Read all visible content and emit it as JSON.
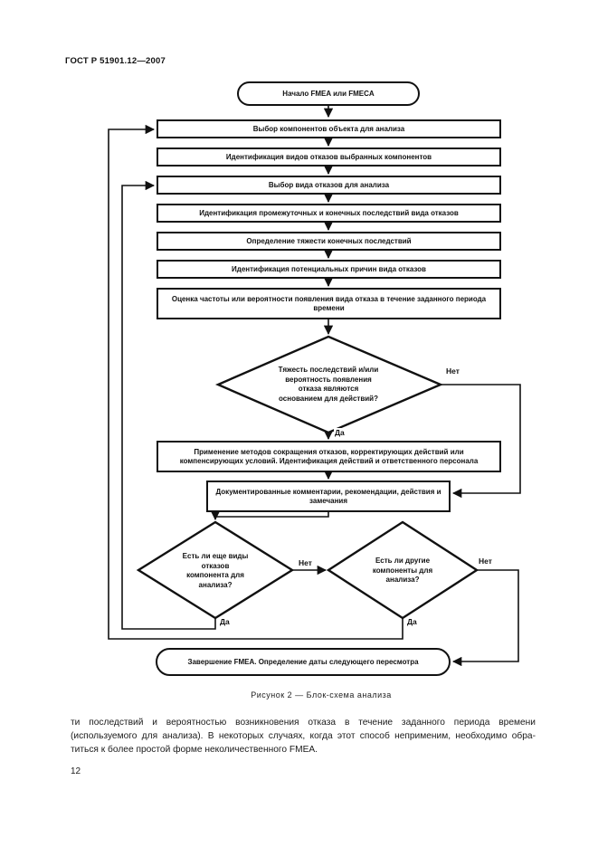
{
  "header": {
    "title": "ГОСТ Р 51901.12—2007"
  },
  "flowchart": {
    "start": "Начало FMEA или FMECA",
    "boxes": {
      "b1": "Выбор компонентов объекта для анализа",
      "b2": "Идентификация видов отказов выбранных компонентов",
      "b3": "Выбор вида отказов для анализа",
      "b4": "Идентификация промежуточных и конечных последствий вида отказов",
      "b5": "Определение тяжести конечных последствий",
      "b6": "Идентификация потенциальных причин вида отказов",
      "b7": "Оценка частоты или вероятности появления вида отказа в течение заданного периода времени",
      "b8": "Применение методов сокращения отказов, корректирующих действий или компенсирующих условий. Идентификация действий и ответственного персонала",
      "b9": "Документированные комментарии, рекомендации, действия и замечания"
    },
    "decisions": {
      "d1": {
        "lines": [
          "Тяжесть последствий и/или",
          "вероятность появления",
          "отказа являются",
          "основанием для действий?"
        ],
        "yes": "Да",
        "no": "Нет"
      },
      "d2": {
        "lines": [
          "Есть ли еще виды",
          "отказов",
          "компонента для",
          "анализа?"
        ],
        "yes": "Да",
        "no": "Нет"
      },
      "d3": {
        "lines": [
          "Есть ли другие",
          "компоненты для",
          "анализа?"
        ],
        "yes": "Да",
        "no": "Нет"
      }
    },
    "end": "Завершение FMEA. Определение даты следующего пересмотра",
    "caption": "Рисунок 2 — Блок-схема анализа"
  },
  "body": {
    "lines": [
      "ти последствий и вероятностью возникновения отказа в течение заданного периода времени",
      "(используемого для анализа). В некоторых случаях, когда этот способ неприменим, необходимо обра-",
      "титься к более простой форме неколичественного FMEA."
    ]
  },
  "page_number": "12",
  "colors": {
    "ink": "#111111",
    "paper": "#ffffff"
  }
}
